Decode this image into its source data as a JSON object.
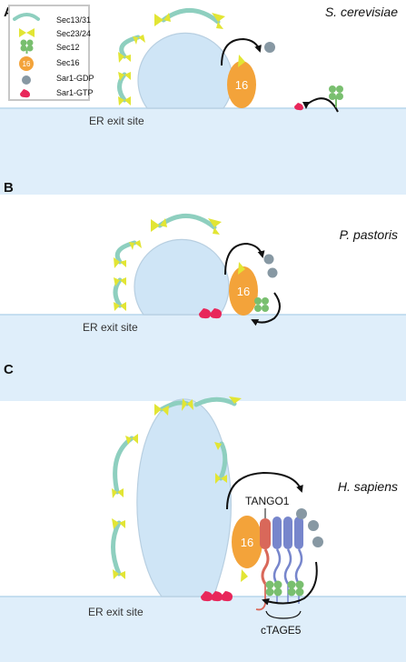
{
  "colors": {
    "er": "#dfeefa",
    "er_line": "#b7d6ec",
    "cargo": "#cfe5f6",
    "cargo_edge": "#b8cfe1",
    "sec13_31": "#8ecfbf",
    "sec23_24": "#e2e534",
    "sec12": "#79bf6f",
    "sec16": "#f3a33a",
    "sar1_gdp": "#8798a3",
    "sar1_gtp": "#e8275a",
    "tango_red": "#d9685a",
    "tango_blue": "#7786cc",
    "arrow": "#111111",
    "legend_border": "#c7c7c7"
  },
  "legend": {
    "items": [
      {
        "icon": "sec13-31-arc-icon",
        "label": "Sec13/31"
      },
      {
        "icon": "sec23-24-bowtie-icon",
        "label": "Sec23/24"
      },
      {
        "icon": "sec12-clover-icon",
        "label": "Sec12"
      },
      {
        "icon": "sec16-oval-icon",
        "label": "Sec16",
        "badge": "16"
      },
      {
        "icon": "sar1-gdp-dot-icon",
        "label": "Sar1-GDP"
      },
      {
        "icon": "sar1-gtp-drop-icon",
        "label": "Sar1-GTP"
      }
    ]
  },
  "panels": [
    {
      "letter": "A",
      "species": "S. cerevisiae",
      "site_label": "ER exit site",
      "sec16_badge": "16"
    },
    {
      "letter": "B",
      "species": "P. pastoris",
      "site_label": "ER exit site",
      "sec16_badge": "16"
    },
    {
      "letter": "C",
      "species": "H. sapiens",
      "site_label": "ER exit site",
      "sec16_badge": "16",
      "tango_label": "TANGO1",
      "ctage_label": "cTAGE5"
    }
  ]
}
